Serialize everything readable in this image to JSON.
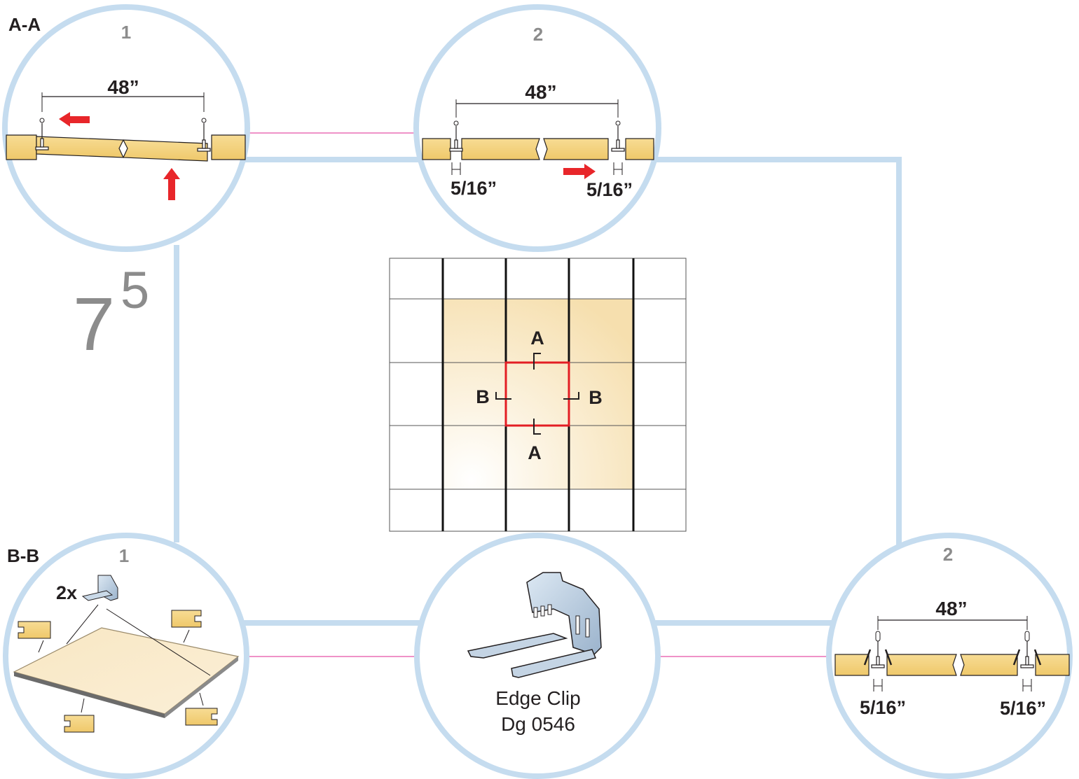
{
  "step": {
    "main": "7",
    "sup": "5"
  },
  "section_aa": {
    "label": "A-A",
    "detail1": {
      "num": "1",
      "width": "48”"
    },
    "detail2": {
      "num": "2",
      "width": "48”",
      "gap_left": "5/16”",
      "gap_right": "5/16”"
    }
  },
  "section_bb": {
    "label": "B-B",
    "detail1": {
      "num": "1",
      "qty": "2x"
    },
    "detail2": {
      "num": "2",
      "width": "48”",
      "gap_left": "5/16”",
      "gap_right": "5/16”"
    }
  },
  "clip": {
    "line1": "Edge Clip",
    "line2": "Dg 0546"
  },
  "plan": {
    "a_top": "A",
    "a_bottom": "A",
    "b_left": "B",
    "b_right": "B"
  },
  "colors": {
    "circle": "#c5dcef",
    "panel": "#f2cf79",
    "arrow": "#e8262a",
    "highlight": "#e31e24",
    "leader": "#ea6fb5"
  }
}
